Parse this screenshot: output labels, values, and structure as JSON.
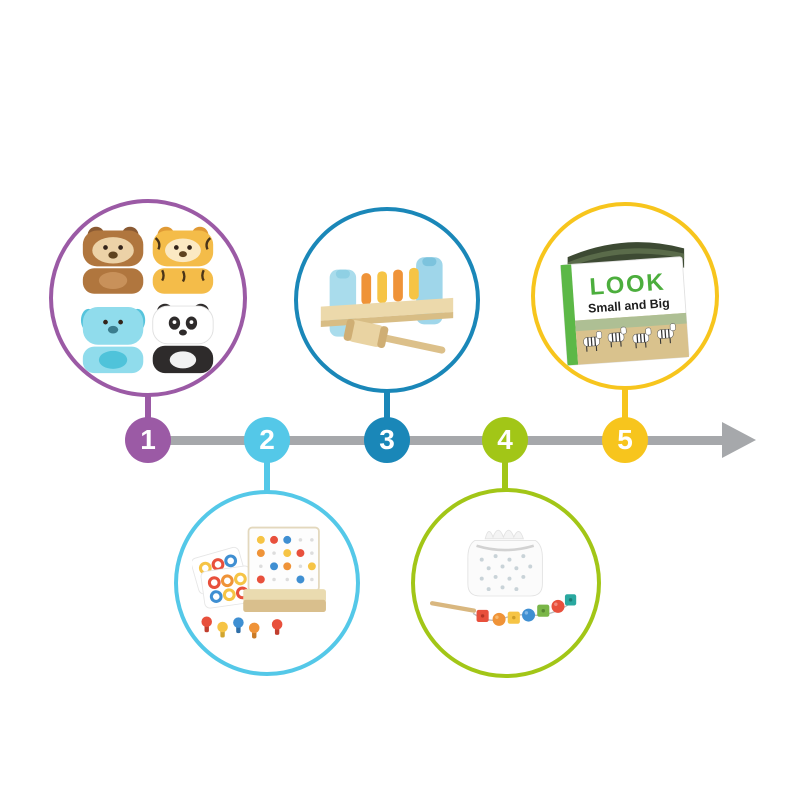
{
  "page": {
    "background": "#ffffff"
  },
  "timeline": {
    "arrow_color": "#a6a8ab",
    "direction": "left-to-right",
    "items": [
      {
        "number": "1",
        "color": "#9b5aa5",
        "position": "above",
        "product": "wooden-animal-stacking-blocks"
      },
      {
        "number": "2",
        "color": "#54c8e8",
        "position": "below",
        "product": "peg-board-activity-set"
      },
      {
        "number": "3",
        "color": "#1a87b8",
        "position": "above",
        "product": "pounding-bench-with-hammer"
      },
      {
        "number": "4",
        "color": "#a2c617",
        "position": "below",
        "product": "lacing-beads-with-bag"
      },
      {
        "number": "5",
        "color": "#f7c51d",
        "position": "above",
        "product": "zebra-board-book"
      }
    ]
  },
  "book": {
    "title": "LOOK",
    "subtitle": "Small and Big",
    "title_color": "#4cae3d",
    "spine_color": "#5cb847"
  }
}
